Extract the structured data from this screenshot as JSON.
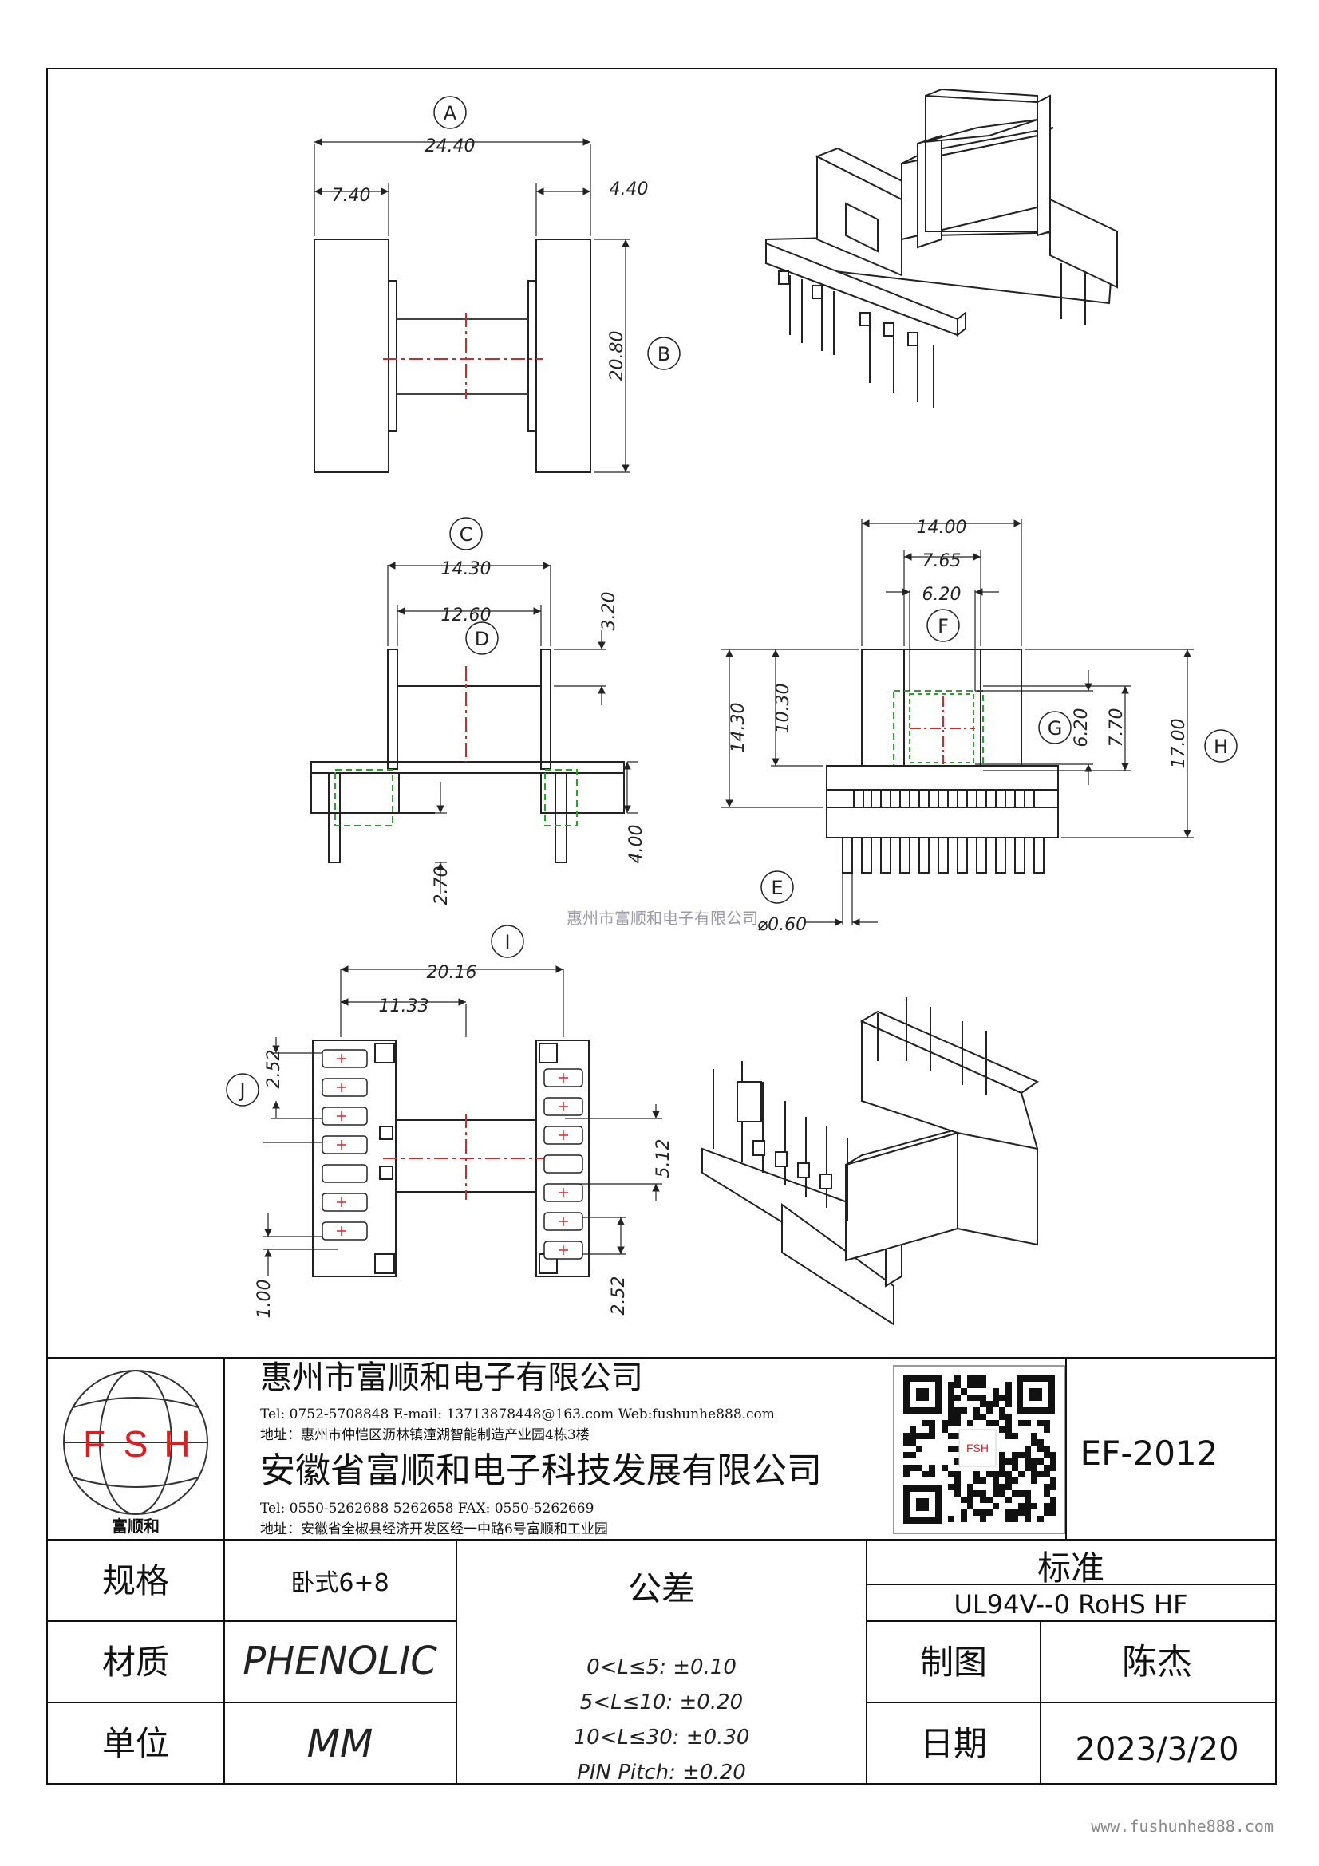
{
  "drawing": {
    "views": {
      "A": {
        "bubble": "A",
        "overall": "24.40",
        "left_flange": "7.40",
        "right_flange": "4.40"
      },
      "B": {
        "bubble": "B",
        "height": "20.80"
      },
      "C": {
        "bubble": "C",
        "width": "14.30"
      },
      "D": {
        "bubble": "D",
        "width": "12.60",
        "top": "3.20"
      },
      "side_left": {
        "pin_len": "2.70",
        "base_h": "4.00"
      },
      "F": {
        "bubble": "F",
        "w1": "14.00",
        "w2": "7.65",
        "w3": "6.20"
      },
      "G": {
        "bubble": "G",
        "h1": "6.20",
        "h2": "7.70"
      },
      "H": {
        "bubble": "H",
        "height": "17.00",
        "h_left1": "14.30",
        "h_left2": "10.30"
      },
      "E": {
        "bubble": "E",
        "pin_dia": "⌀0.60"
      },
      "I": {
        "bubble": "I",
        "w": "20.16",
        "half": "11.33"
      },
      "J": {
        "bubble": "J",
        "pitch_top": "2.52",
        "pitch_mid": "5.12",
        "pin": "1.00",
        "pitch_bot": "2.52"
      }
    },
    "watermark": "惠州市富顺和电子有限公司"
  },
  "title_block": {
    "logo_letters": [
      "F",
      "S",
      "H"
    ],
    "logo_caption": "富顺和",
    "company1": "惠州市富顺和电子有限公司",
    "company1_contact": "Tel:  0752-5708848   E-mail: 13713878448@163.com   Web:fushunhe888.com",
    "company1_address": "地址：惠州市仲恺区沥林镇潼湖智能制造产业园4栋3楼",
    "company2": "安徽省富顺和电子科技发展有限公司",
    "company2_contact": "Tel:   0550-5262688   5262658       FAX:  0550-5262669",
    "company2_address": "地址：安徽省全椒县经济开发区经一中路6号富顺和工业园",
    "qr_caption": "FSH",
    "part_no": "EF-2012",
    "spec_label": "规格",
    "spec_value": "卧式6+8",
    "material_label": "材质",
    "material_value": "PHENOLIC",
    "unit_label": "单位",
    "unit_value": "MM",
    "tolerance_label": "公差",
    "tolerances": [
      "0<L≤5: ±0.10",
      "5<L≤10: ±0.20",
      "10<L≤30: ±0.30",
      "PIN Pitch: ±0.20"
    ],
    "standard_label": "标准",
    "standard_value": "UL94V--0  RoHS HF",
    "drawn_label": "制图",
    "drawn_value": "陈杰",
    "date_label": "日期",
    "date_value": "2023/3/20"
  },
  "footer_url": "www.fushunhe888.com"
}
